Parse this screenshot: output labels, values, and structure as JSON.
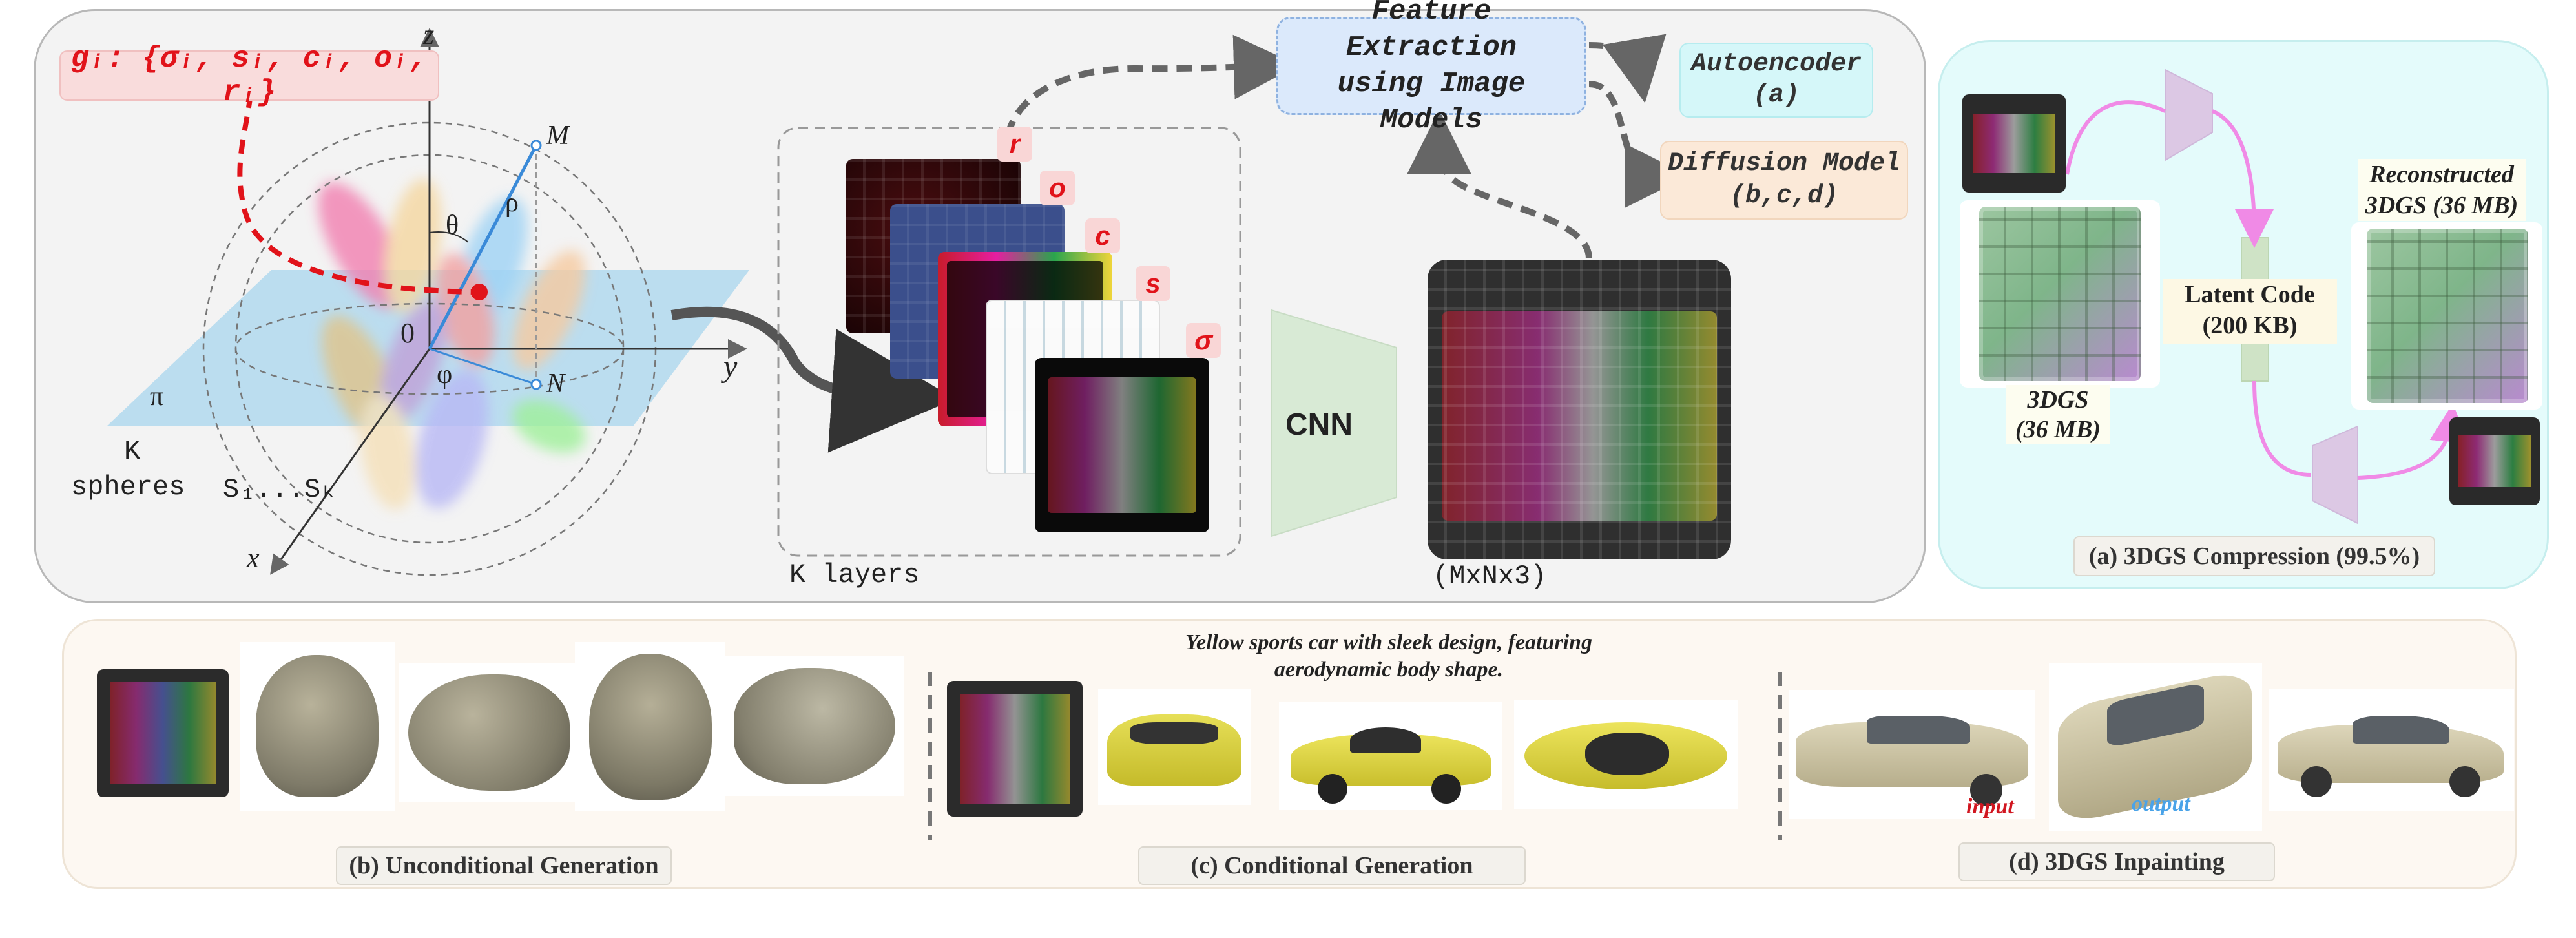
{
  "gaussian": {
    "label": "gᵢ: {σᵢ, sᵢ, cᵢ, oᵢ, rᵢ}",
    "axis_z": "z",
    "axis_y": "y",
    "axis_x": "x",
    "origin": "0",
    "point_m": "M",
    "point_n": "N",
    "theta": "θ",
    "rho": "ρ",
    "phi": "φ",
    "plane": "π",
    "spheres_line1": "K",
    "spheres_line2": "spheres",
    "spheres_range": "S₁...Sₖ"
  },
  "layers": {
    "tags": [
      "r",
      "o",
      "c",
      "s",
      "σ"
    ],
    "caption": "K layers"
  },
  "cnn_label": "CNN",
  "image_caption": "(MxNx3)",
  "feature_box": {
    "line1": "Feature Extraction",
    "line2": "using Image Models"
  },
  "autoencoder_box": {
    "line1": "Autoencoder",
    "line2": "(a)"
  },
  "diffusion_box": {
    "line1": "Diffusion Model",
    "line2": "(b,c,d)"
  },
  "compression": {
    "input_label_line1": "3DGS",
    "input_label_line2": "(36 MB)",
    "latent_line1": "Latent Code",
    "latent_line2": "(200 KB)",
    "output_label_line1": "Reconstructed",
    "output_label_line2": "3DGS (36 MB)",
    "caption": "(a) 3DGS Compression (99.5%)"
  },
  "bottom": {
    "prompt_line1": "Yellow sports car with sleek design, featuring",
    "prompt_line2": "aerodynamic body shape.",
    "caption_b": "(b) Unconditional Generation",
    "caption_c": "(c) Conditional Generation",
    "caption_d": "(d) 3DGS Inpainting",
    "input_label": "input",
    "output_label": "output"
  },
  "colors": {
    "accent_red": "#e1131a",
    "accent_blue": "#4aa3e8",
    "arrow_gray": "#666666",
    "latent_arrow": "#f08ae6"
  }
}
